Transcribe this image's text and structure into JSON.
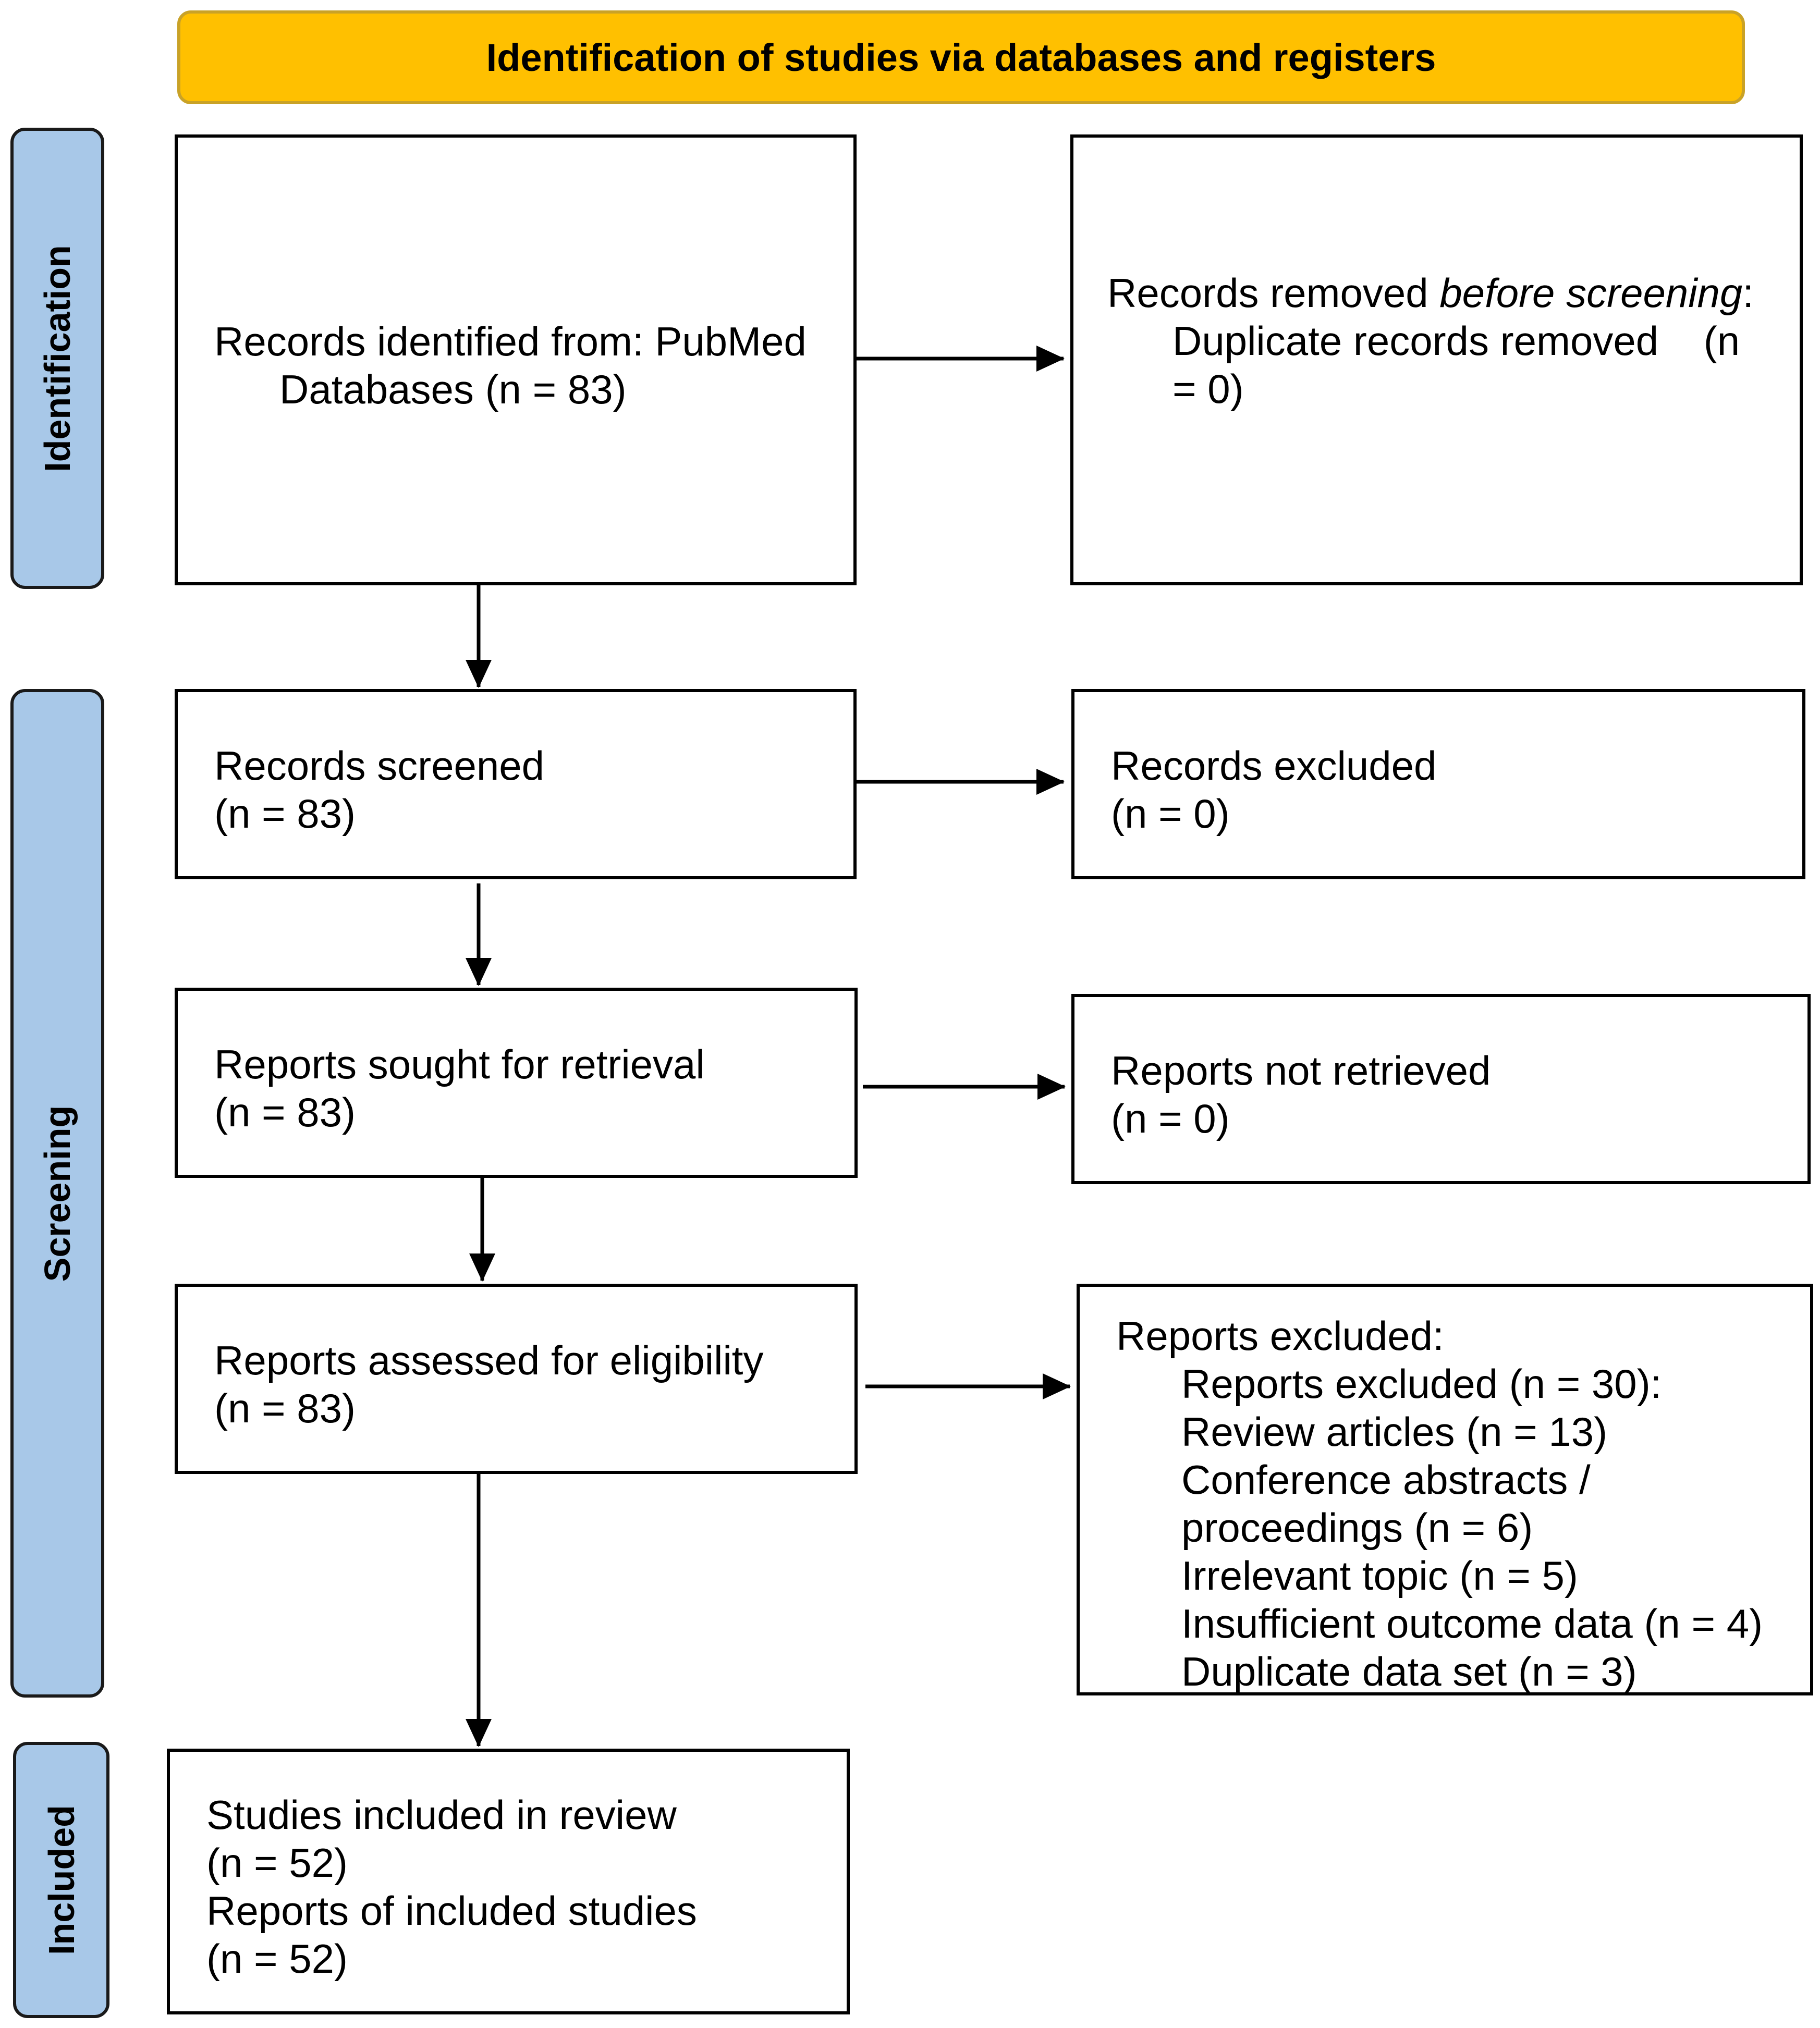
{
  "header": {
    "title": "Identification of studies via databases and registers",
    "color": "#FFC000"
  },
  "phases": {
    "identification": "Identification",
    "screening": "Screening",
    "included": "Included",
    "color": "#A8C8E8"
  },
  "boxes": {
    "records_identified": {
      "line1": "Records identified from: PubMed",
      "line2": "Databases (n = 83)"
    },
    "records_removed": {
      "prefix": "Records removed ",
      "emphasis": "before screening",
      "suffix": ":",
      "line2": "Duplicate records removed    (n",
      "line3": "= 0)"
    },
    "records_screened": {
      "line1": "Records screened",
      "line2": "(n = 83)"
    },
    "records_excluded": {
      "line1": "Records excluded",
      "line2": "(n = 0)"
    },
    "reports_sought": {
      "line1": "Reports sought for retrieval",
      "line2": "(n = 83)"
    },
    "reports_not_retrieved": {
      "line1": "Reports not retrieved",
      "line2": "(n = 0)"
    },
    "reports_assessed": {
      "line1": "Reports assessed for eligibility",
      "line2": "(n = 83)"
    },
    "reports_excluded": {
      "heading": "Reports excluded:",
      "items": [
        "Reports excluded (n = 30):",
        "Review articles (n = 13)",
        "Conference abstracts /",
        "proceedings (n = 6)",
        "Irrelevant topic (n = 5)",
        "Insufficient outcome data (n = 4)",
        "Duplicate data set (n = 3)"
      ]
    },
    "studies_included": {
      "line1": "Studies included in review",
      "line2": "(n = 52)",
      "line3": "Reports of included studies",
      "line4": "(n = 52)"
    }
  }
}
